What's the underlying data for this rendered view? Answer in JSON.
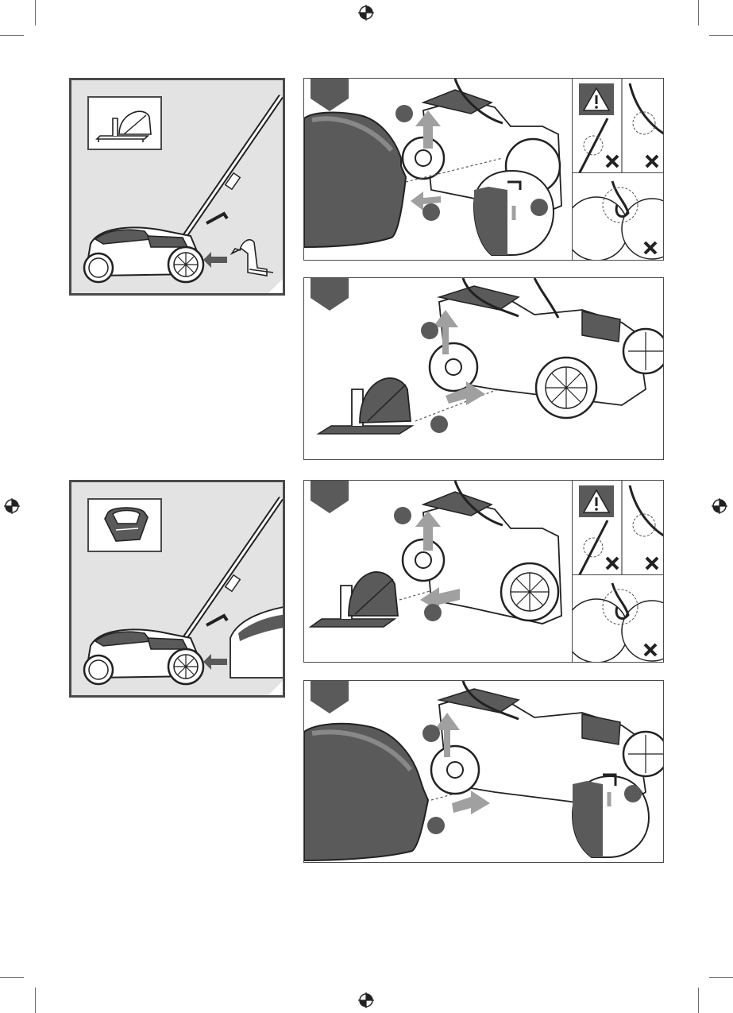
{
  "page": {
    "background": "#ffffff",
    "accent_gray": "#5a5a5a",
    "panel_gray": "#e3e3e3",
    "arrow_gray": "#9a9a9a"
  },
  "overviews": [
    {
      "id": "remove-mulching-insert",
      "attachment_icon": "mulching-plug-icon"
    },
    {
      "id": "fit-grass-box",
      "attachment_icon": "grass-box-icon"
    }
  ],
  "steps": [
    {
      "id": "step-1",
      "icon": "lift-flap-remove-box-icon",
      "has_warning": true
    },
    {
      "id": "step-2",
      "icon": "insert-mulch-plug-icon",
      "has_warning": false
    },
    {
      "id": "step-3",
      "icon": "remove-mulch-plug-icon",
      "has_warning": true
    },
    {
      "id": "step-4",
      "icon": "attach-grass-box-icon",
      "has_warning": false
    }
  ],
  "warning": {
    "icon": "warning-triangle-icon",
    "forbidden_icon": "cross-icon"
  }
}
